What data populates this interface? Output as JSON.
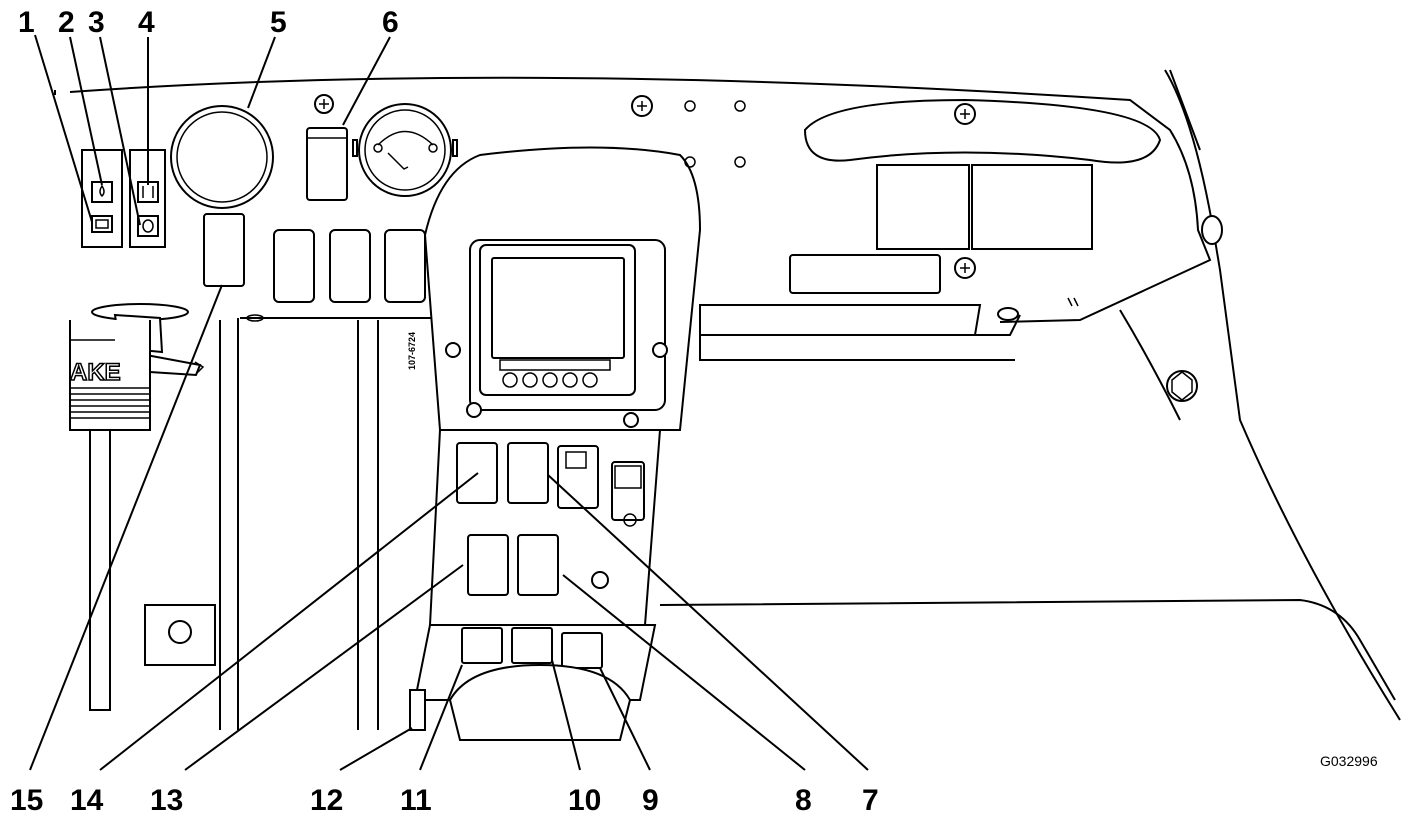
{
  "callouts": [
    "1",
    "2",
    "3",
    "4",
    "5",
    "6",
    "7",
    "8",
    "9",
    "10",
    "11",
    "12",
    "13",
    "14",
    "15"
  ],
  "figure_id": "G032996",
  "decal_text": "107-6724",
  "pedal_text": "AKE"
}
